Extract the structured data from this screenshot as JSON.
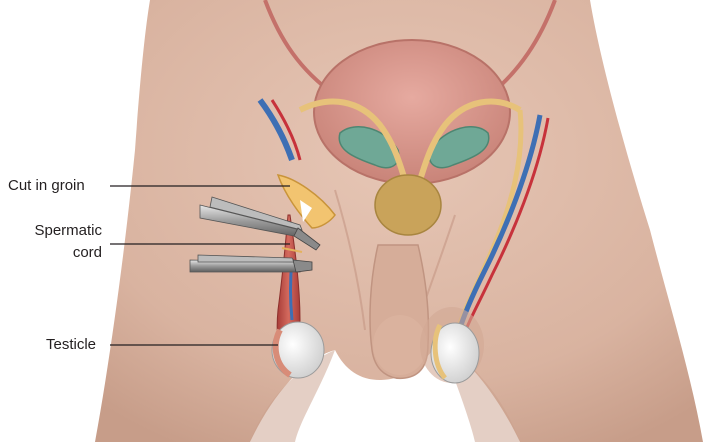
{
  "labels": {
    "cut_in_groin": "Cut in groin",
    "spermatic_cord_line1": "Spermatic",
    "spermatic_cord_line2": "cord",
    "testicle": "Testicle"
  },
  "colors": {
    "skin": "#dcb8a6",
    "skin_shadow": "#c99f8c",
    "bladder": "#d99a8f",
    "seminal_vesicle": "#6fa896",
    "vas_deferens": "#e7c27a",
    "prostate": "#c9a35a",
    "vein": "#3e6fb4",
    "artery": "#c7323b",
    "incision": "#f2c470",
    "cord_tissue": "#c0504a",
    "testis": "#eeeeee",
    "leader_line": "#231f20"
  }
}
